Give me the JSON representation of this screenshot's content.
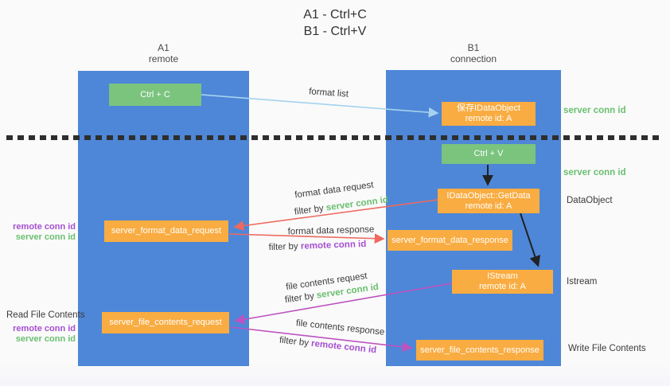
{
  "title": {
    "line1": "A1 - Ctrl+C",
    "line2": "B1 - Ctrl+V"
  },
  "columns": {
    "left": {
      "name": "A1",
      "role": "remote"
    },
    "right": {
      "name": "B1",
      "role": "connection"
    }
  },
  "nodes": {
    "ctrl_c": {
      "label": "Ctrl + C"
    },
    "ctrl_v": {
      "label": "Ctrl + V"
    },
    "save_dataobject": {
      "line1": "保存IDataObject",
      "line2": "remote id: A"
    },
    "getdata": {
      "line1": "IDataObject::GetData",
      "line2": "remote id: A"
    },
    "istream": {
      "line1": "IStream",
      "line2": "remote id: A"
    },
    "server_format_data_request": {
      "label": "server_format_data_request"
    },
    "server_format_data_response": {
      "label": "server_format_data_response"
    },
    "server_file_contents_request": {
      "label": "server_file_contents_request"
    },
    "server_file_contents_response": {
      "label": "server_file_contents_response"
    }
  },
  "edge_labels": {
    "format_list": "format list",
    "format_data_request": "format data request",
    "format_data_response": "format data response",
    "file_contents_request": "file contents request",
    "file_contents_response": "file contents response",
    "filter_by": "filter by ",
    "server_conn_id": "server conn id",
    "remote_conn_id": "remote conn id"
  },
  "side_labels": {
    "server_conn_id_top": "server conn id",
    "server_conn_id_mid": "server conn id",
    "dataobject": "DataObject",
    "istream": "Istream",
    "write_file_contents": "Write File Contents",
    "read_file_contents": "Read File Contents",
    "remote_conn_id_format": "remote conn id",
    "server_conn_id_format": "server conn id",
    "remote_conn_id_file": "remote conn id",
    "server_conn_id_file": "server conn id"
  },
  "colors": {
    "column_blue": "#4e87d8",
    "node_green": "#7ac47e",
    "node_orange": "#f9ac41",
    "arrow_light_blue": "#a5d3ee",
    "arrow_red": "#ee695e",
    "arrow_magenta": "#bd53c0",
    "arrow_black": "#222222",
    "text_green": "#6abf70",
    "text_purple": "#a64fd0"
  }
}
